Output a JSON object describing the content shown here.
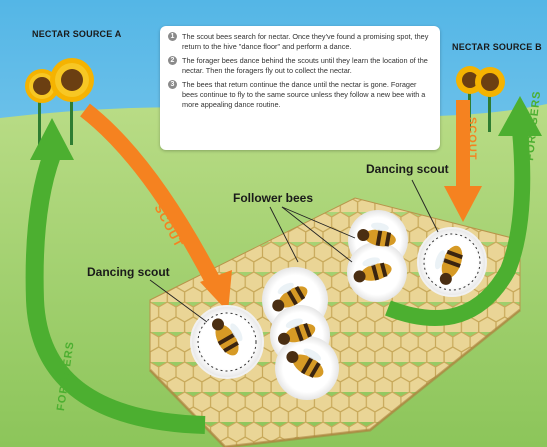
{
  "labels": {
    "source_a": "NECTAR SOURCE A",
    "source_b": "NECTAR SOURCE B",
    "follower_bees": "Follower bees",
    "dancing_scout_left": "Dancing scout",
    "dancing_scout_right": "Dancing scout"
  },
  "arrows": {
    "scout_a": "SCOUT",
    "scout_b": "SCOUT",
    "foragers_a": "FORAGERS",
    "foragers_b": "FORAGERS"
  },
  "steps": [
    {
      "number": "1",
      "text": "The scout bees search for nectar. Once they've found a promising spot, they return to the hive \"dance floor\" and perform a dance."
    },
    {
      "number": "2",
      "text": "The forager bees dance behind the scouts until they learn the location of the nectar. Then the foragers fly out to collect the nectar."
    },
    {
      "number": "3",
      "text": "The bees that return continue the dance until the nectar is gone. Forager bees continue to fly to the same source unless they follow a new bee with a more appealing dance routine."
    }
  ],
  "colors": {
    "sky": "#6fc3ea",
    "grass": "#a9d37a",
    "orange_arrow": "#f58220",
    "green_arrow": "#4caf30",
    "honeycomb": "#e8d28c"
  }
}
